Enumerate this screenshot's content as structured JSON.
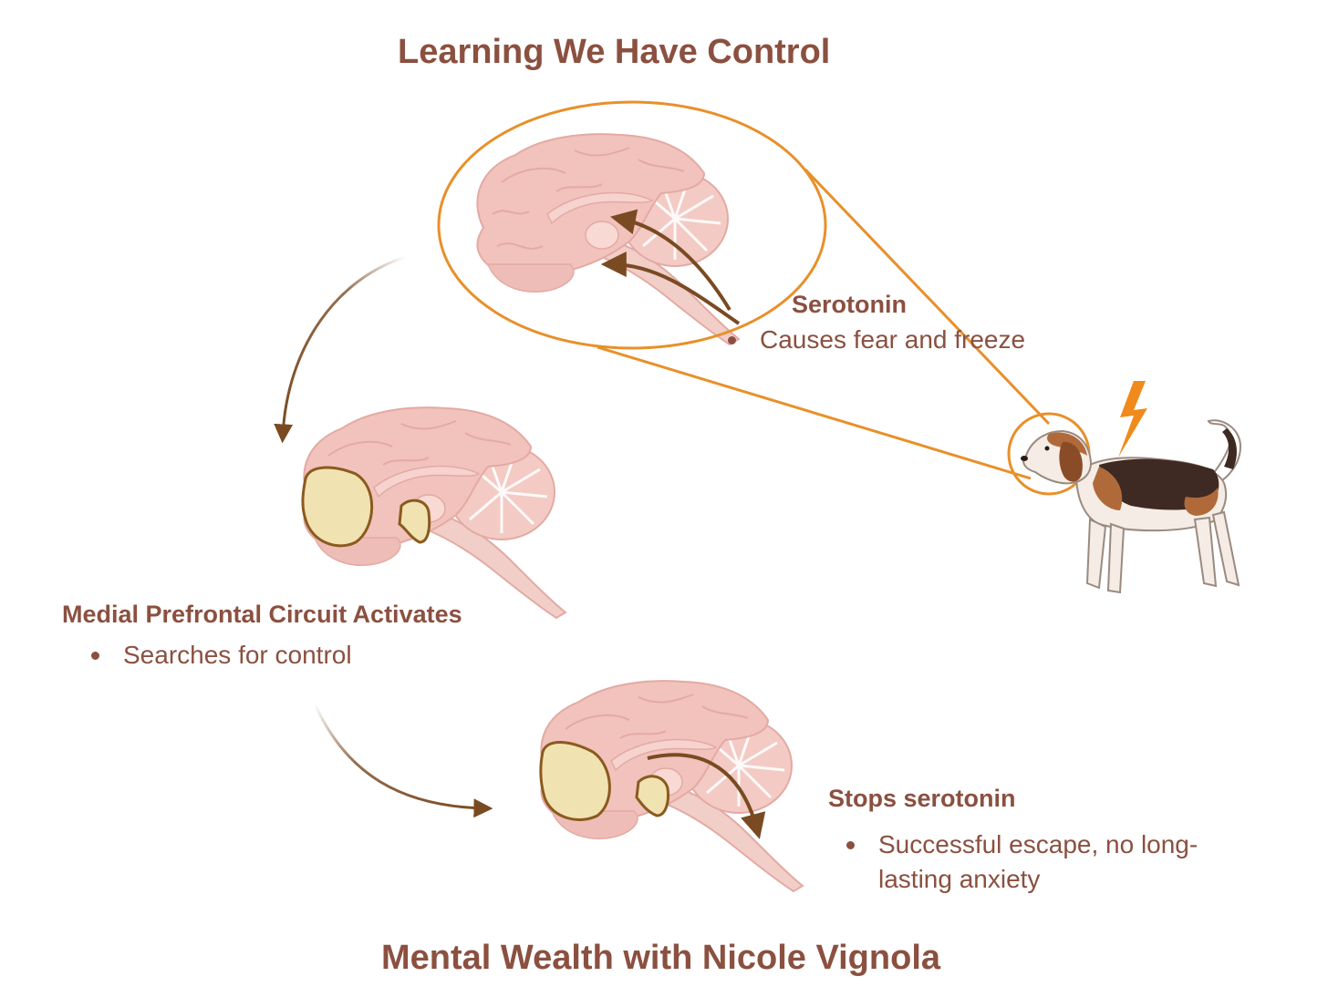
{
  "titles": {
    "top": "Learning We Have Control",
    "bottom": "Mental Wealth with Nicole Vignola"
  },
  "labels": {
    "serotonin": {
      "heading": "Serotonin",
      "bullets": [
        "Causes fear and freeze"
      ]
    },
    "medial_prefrontal": {
      "heading": "Medial Prefrontal Circuit Activates",
      "bullets": [
        "Searches for control"
      ]
    },
    "stops_serotonin": {
      "heading": "Stops serotonin",
      "bullets": [
        "Successful escape, no long-lasting anxiety"
      ]
    }
  },
  "icons": [
    "brain-icon",
    "dog-icon",
    "lightning-bolt-icon",
    "flow-arrow-icon"
  ],
  "colors": {
    "text": "#8b5040",
    "highlight_ring": "#e8902a",
    "brain": "#f2c2bd",
    "prefrontal_region": "#f1e2b2",
    "arrow": "#7a4a22",
    "bolt": "#f08a1c"
  }
}
